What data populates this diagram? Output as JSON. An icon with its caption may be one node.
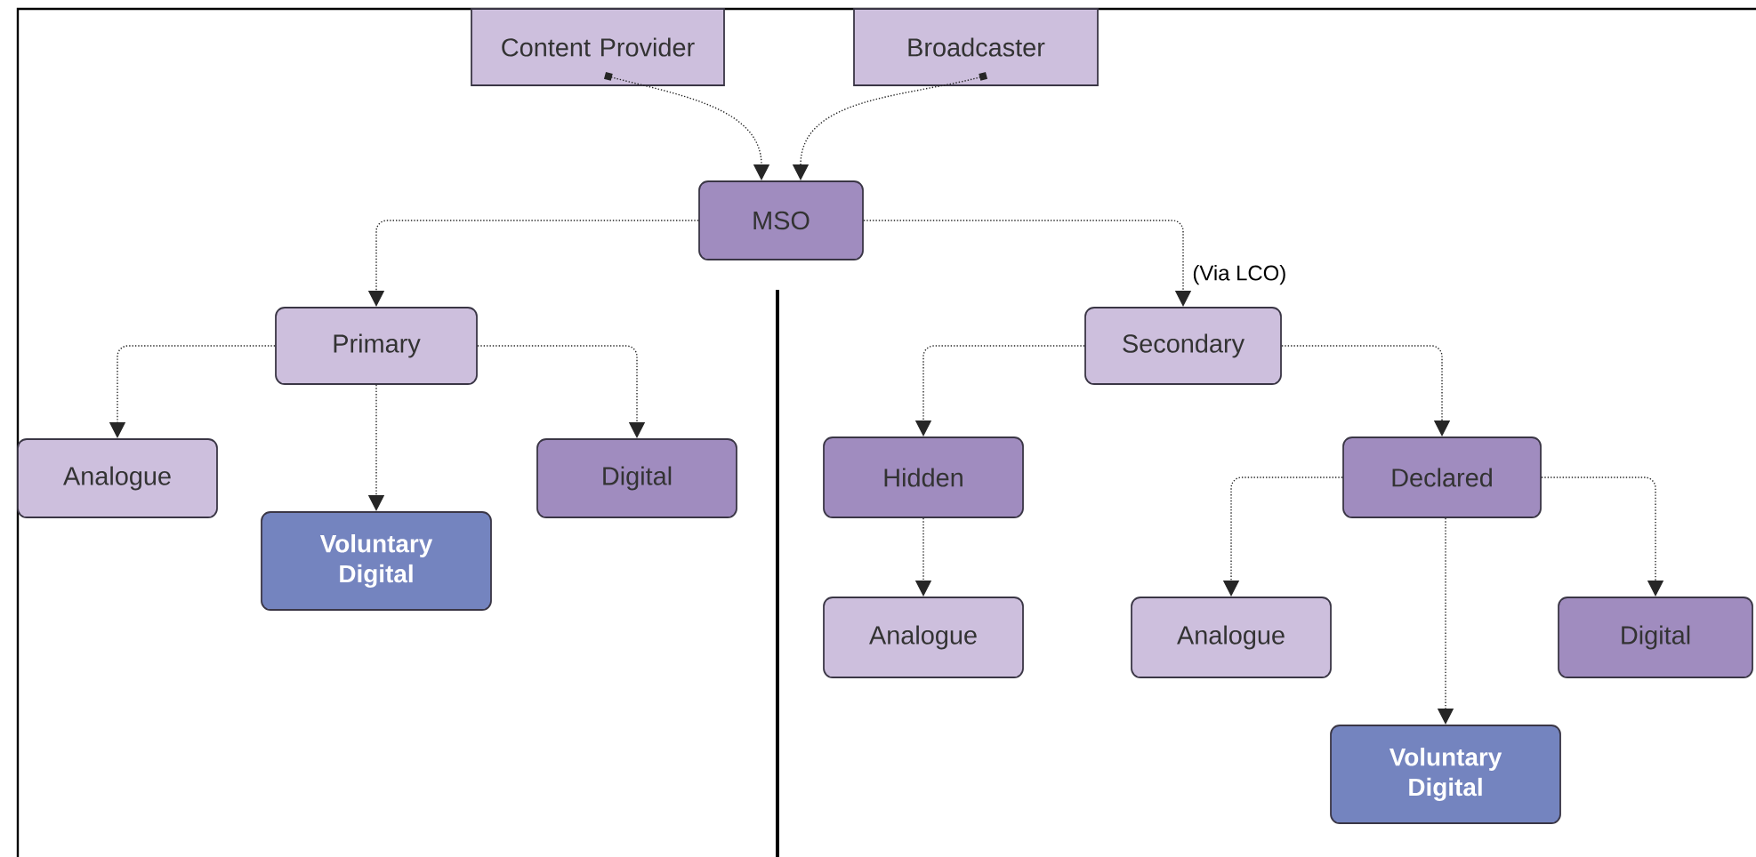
{
  "diagram": {
    "nodes": [
      {
        "text": [
          "Content Provider"
        ]
      },
      {
        "text": [
          "Broadcaster"
        ]
      },
      {
        "text": [
          "MSO"
        ]
      },
      {
        "text": [
          "Primary"
        ]
      },
      {
        "text": [
          "Analogue"
        ]
      },
      {
        "text": [
          "Voluntary Digital"
        ]
      },
      {
        "text": [
          "Digital"
        ]
      },
      {
        "text": [
          "Secondary"
        ]
      },
      {
        "text": [
          "Hidden"
        ]
      },
      {
        "text": [
          "Analogue"
        ]
      },
      {
        "text": [
          "Declared"
        ]
      },
      {
        "text": [
          "Analogue"
        ]
      },
      {
        "text": [
          "Digital"
        ]
      },
      {
        "text": [
          "Voluntary Digital"
        ]
      }
    ],
    "edges": [
      {
        "from": 0,
        "to": 2,
        "arrow": "to"
      },
      {
        "from": 1,
        "to": 2,
        "arrow": "to"
      },
      {
        "from": 2,
        "to": 3,
        "arrow": "to"
      },
      {
        "from": 2,
        "to": 7,
        "arrow": "to",
        "label": "(Via LCO)"
      },
      {
        "from": 3,
        "to": 4,
        "arrow": "to"
      },
      {
        "from": 3,
        "to": 5,
        "arrow": "to"
      },
      {
        "from": 3,
        "to": 6,
        "arrow": "to"
      },
      {
        "from": 7,
        "to": 8,
        "arrow": "to"
      },
      {
        "from": 7,
        "to": 10,
        "arrow": "to"
      },
      {
        "from": 8,
        "to": 9,
        "arrow": "to"
      },
      {
        "from": 10,
        "to": 11,
        "arrow": "to"
      },
      {
        "from": 10,
        "to": 13,
        "arrow": "to"
      },
      {
        "from": 10,
        "to": 12,
        "arrow": "to"
      }
    ]
  }
}
